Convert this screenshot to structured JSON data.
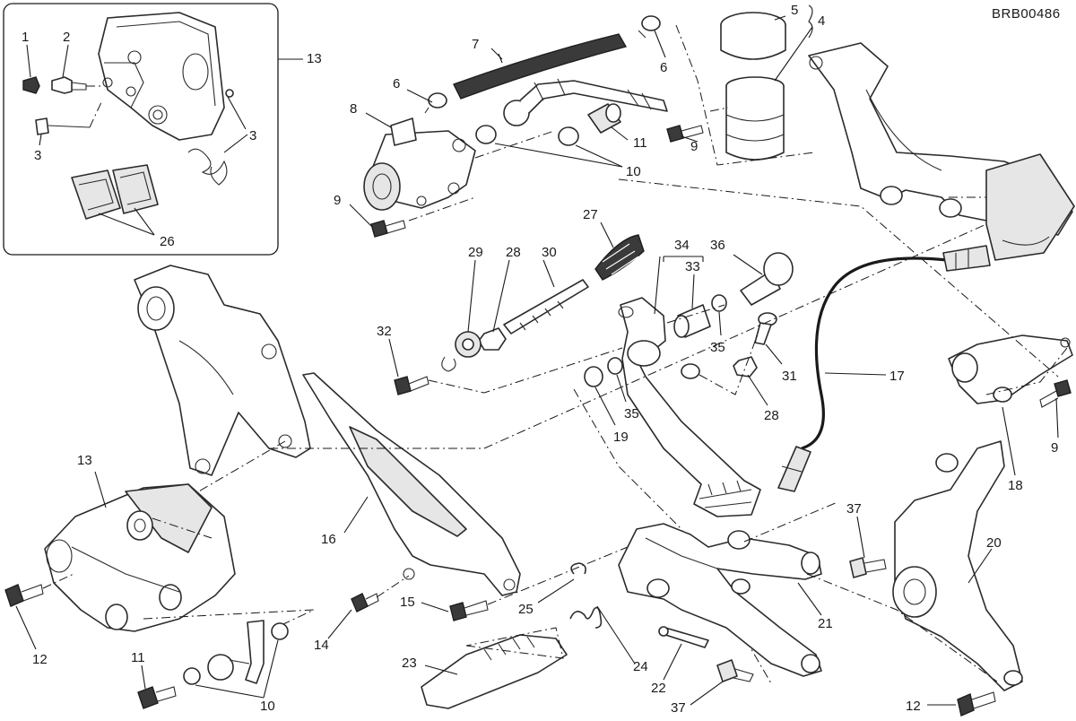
{
  "reference_code": "BRB00486",
  "callouts": {
    "c1": "1",
    "c2": "2",
    "c3a": "3",
    "c3b": "3",
    "c4": "4",
    "c5": "5",
    "c6a": "6",
    "c6b": "6",
    "c7": "7",
    "c8": "8",
    "c9a": "9",
    "c9b": "9",
    "c9c": "9",
    "c10a": "10",
    "c10b": "10",
    "c11a": "11",
    "c11b": "11",
    "c12a": "12",
    "c12b": "12",
    "c13a": "13",
    "c13b": "13",
    "c14": "14",
    "c15": "15",
    "c16": "16",
    "c17": "17",
    "c18": "18",
    "c19": "19",
    "c20": "20",
    "c21": "21",
    "c22": "22",
    "c23": "23",
    "c24": "24",
    "c25": "25",
    "c26": "26",
    "c27": "27",
    "c28a": "28",
    "c28b": "28",
    "c29": "29",
    "c30": "30",
    "c31": "31",
    "c32": "32",
    "c33": "33",
    "c34": "34",
    "c35a": "35",
    "c35b": "35",
    "c36": "36",
    "c37a": "37",
    "c37b": "37"
  }
}
